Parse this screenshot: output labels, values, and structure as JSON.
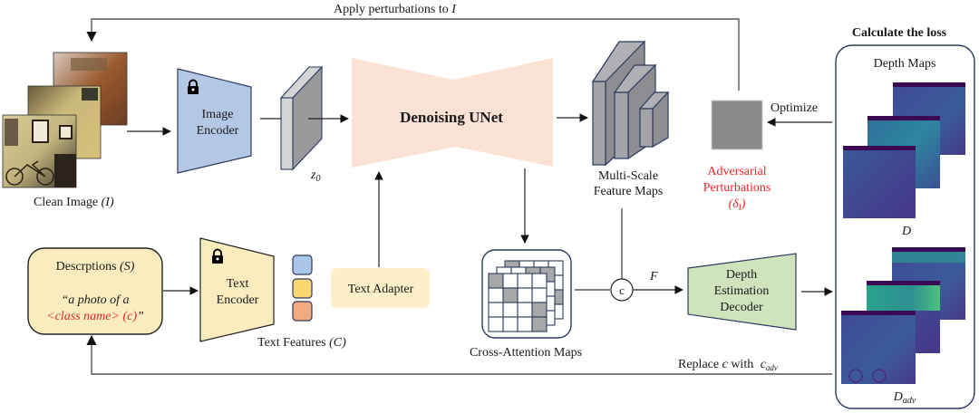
{
  "diagram": {
    "title_loss": "Calculate the loss",
    "feedback_top": {
      "prefix": "Apply perturbations to ",
      "var": "I"
    },
    "clean_image": {
      "label": "Clean Image ",
      "var": "(I)"
    },
    "image_encoder": {
      "line1": "Image",
      "line2": "Encoder",
      "locked": true,
      "icon": "lock-icon"
    },
    "latent": {
      "label": "z",
      "sub": "0"
    },
    "unet": {
      "label": "Denoising UNet"
    },
    "feature_maps": {
      "line1": "Multi-Scale",
      "line2": "Feature Maps"
    },
    "perturbation": {
      "line1": "Adversarial",
      "line2": "Perturbations",
      "symbol": "(δ",
      "sub": "I",
      "close": ")"
    },
    "optimize": {
      "label": "Optimize"
    },
    "depth_maps": {
      "title": "Depth Maps",
      "clean_label": "D",
      "adv_label": "D",
      "adv_sub": "adv"
    },
    "descriptions": {
      "title": "Descrptions ",
      "title_var": "(S)",
      "quote_line1": "“a photo of a",
      "quote_line2_red": "<class name> (c)",
      "quote_close": "”"
    },
    "text_encoder": {
      "line1": "Text",
      "line2": "Encoder",
      "locked": true,
      "icon": "lock-icon"
    },
    "text_features": {
      "label": "Text Features ",
      "var": "(C)",
      "colors": [
        "#a9c6e8",
        "#fcd770",
        "#f2ab80"
      ]
    },
    "text_adapter": {
      "label": "Text Adapter"
    },
    "cross_attention": {
      "label": "Cross-Attention Maps"
    },
    "concat": {
      "symbol": "c",
      "output": "F"
    },
    "decoder": {
      "line1": "Depth",
      "line2": "Estimation",
      "line3": "Decoder"
    },
    "feedback_bottom": {
      "prefix": "Replace ",
      "c": "c",
      "mid": " with ",
      "cadv": "c",
      "cadv_sub": "adv"
    },
    "colors": {
      "encoder_blue": "#b4c8e6",
      "text_yellow": "#fbecc0",
      "unet_peach": "#fbe2d4",
      "decoder_green": "#cfe3bd",
      "adapter_yellow": "#fdf0c8",
      "outline": "#2b3a5c",
      "red_accent": "#e8262b"
    }
  }
}
